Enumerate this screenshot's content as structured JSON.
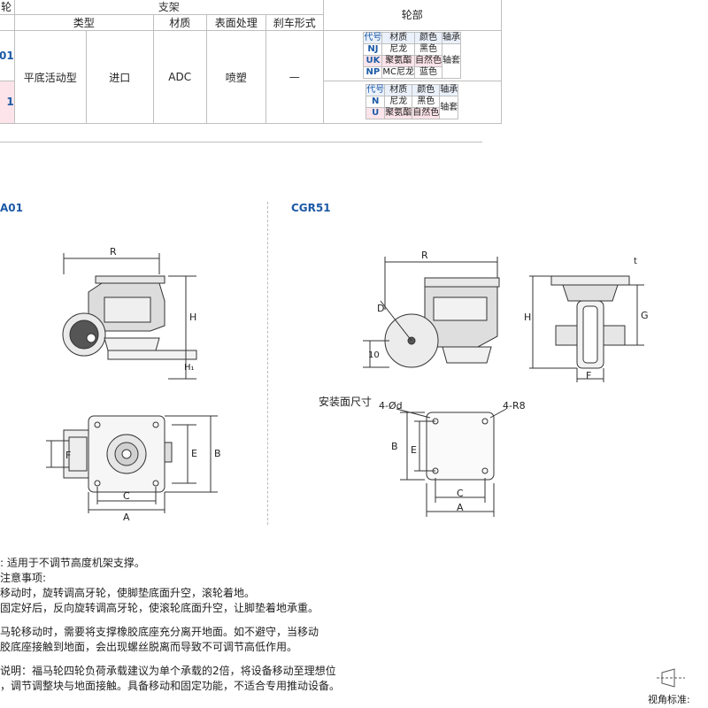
{
  "table": {
    "corner": "轮",
    "group_header": "支架",
    "wheel_header": "轮部",
    "columns": [
      "类型",
      "材质",
      "表面处理",
      "刹车形式"
    ],
    "row_code_1": "01",
    "row_code_2": "1",
    "row": {
      "type": "平底活动型",
      "material": "进口",
      "material2": "ADC",
      "finish": "喷塑",
      "brake": "—"
    },
    "wheel_tables": [
      {
        "headers": [
          "代号",
          "材质",
          "颜色",
          "轴承"
        ],
        "rows": [
          {
            "code": "NJ",
            "material": "尼龙",
            "color": "黑色"
          },
          {
            "code": "UK",
            "material": "聚氨酯",
            "color": "自然色"
          },
          {
            "code": "NP",
            "material": "MC尼龙",
            "color": "蓝色"
          }
        ],
        "bearing": "轴套"
      },
      {
        "headers": [
          "代号",
          "材质",
          "颜色",
          "轴承"
        ],
        "rows": [
          {
            "code": "N",
            "material": "尼龙",
            "color": "黑色"
          },
          {
            "code": "U",
            "material": "聚氨酯",
            "color": "自然色"
          }
        ],
        "bearing": "轴套"
      }
    ]
  },
  "drawings": {
    "left_model": "A01",
    "right_model": "CGR51",
    "mount_title": "安装面尺寸",
    "dims": {
      "R": "R",
      "H": "H",
      "H1": "H₁",
      "D": "D",
      "F": "F",
      "E": "E",
      "B": "B",
      "C": "C",
      "A": "A",
      "t": "t",
      "G": "G",
      "ten": "10",
      "d4": "4-Ød",
      "r8": "4-R8"
    }
  },
  "notes": [
    ": 适用于不调节高度机架支撑。",
    "注意事项:",
    "移动时，旋转调高牙轮，使脚垫底面升空，滚轮着地。",
    "固定好后，反向旋转调高牙轮，使滚轮底面升空，让脚垫着地承重。",
    "马轮移动时，需要将支撑橡胶底座充分离开地面。如不避守，当移动",
    "胶底座接触到地面，会出现螺丝脱离而导致不可调节高低作用。",
    "说明：福马轮四轮负荷承载建议为单个承载的2倍，将设备移动至理想位",
    "，调节调整块与地面接触。具备移动和固定功能，不适合专用推动设备。"
  ],
  "view_label": "视角标准:"
}
